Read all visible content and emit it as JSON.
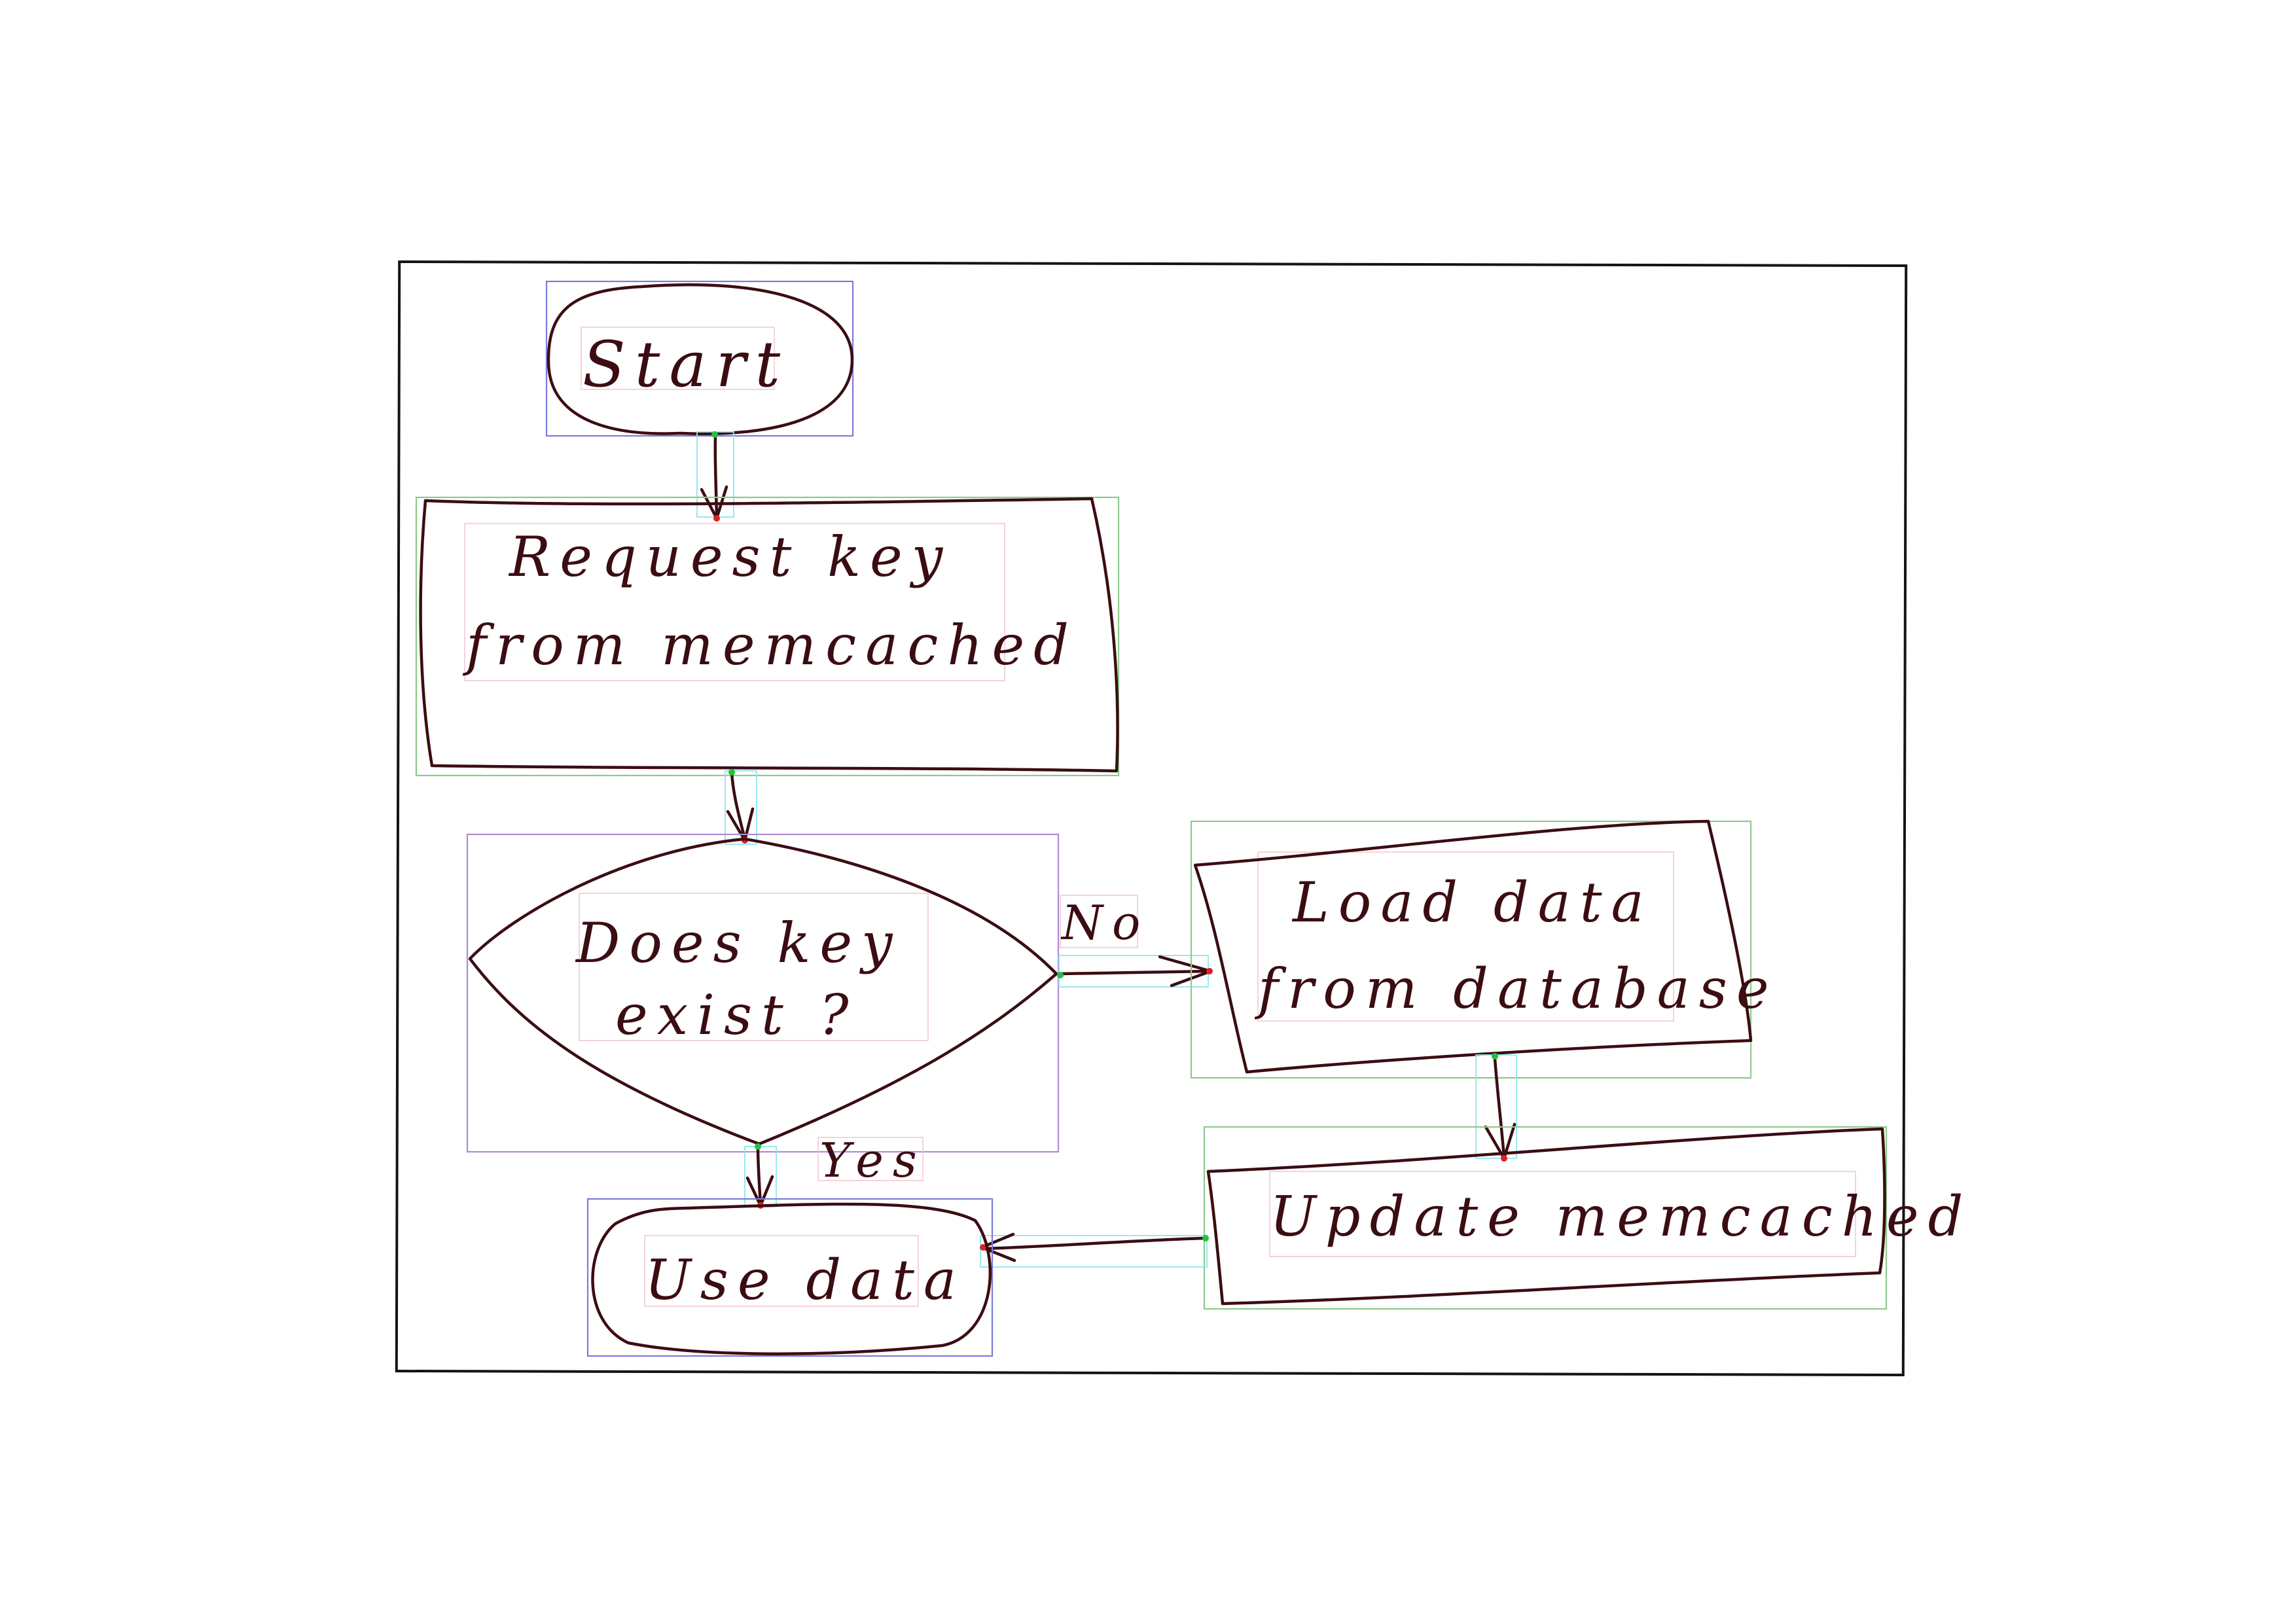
{
  "nodes": {
    "start": {
      "label": "Start"
    },
    "request": {
      "line1": "Request key",
      "line2": "from memcached"
    },
    "decision": {
      "line1": "Does key",
      "line2": "exist ?"
    },
    "load": {
      "line1": "Load data",
      "line2": "from database"
    },
    "update": {
      "label": "Update memcached"
    },
    "use": {
      "label": "Use data"
    }
  },
  "edges": {
    "no_label": "No",
    "yes_label": "Yes"
  },
  "colors": {
    "ink": "#3b0d12",
    "frame": "#141414",
    "terminal_box": "#7a7ae0",
    "process_box": "#8ec98e",
    "decision_box": "#b08ad6",
    "text_box": "#f2c8d4",
    "arrow_box": "#8fe6ef"
  }
}
